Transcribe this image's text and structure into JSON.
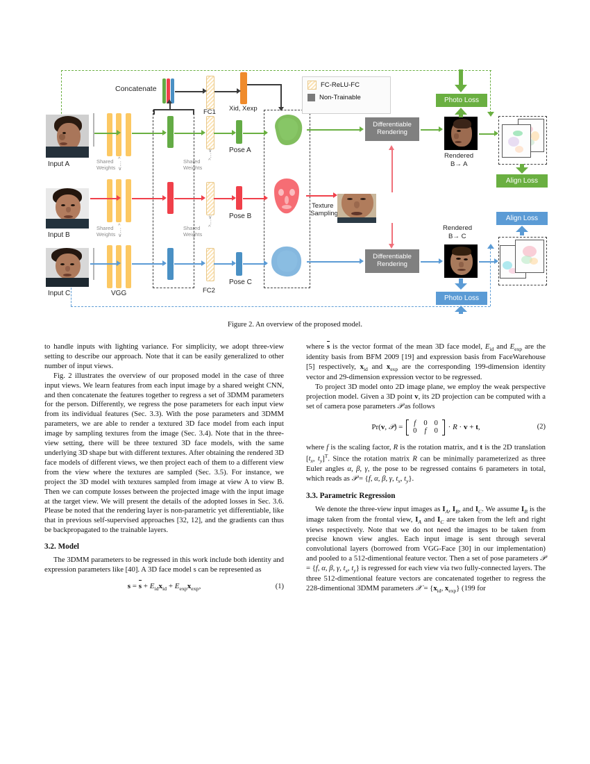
{
  "figure": {
    "caption": "Figure 2. An overview of the proposed model.",
    "legend": [
      {
        "label": "FC-ReLU-FC",
        "swatch": "hatch-yellow"
      },
      {
        "label": "Non-Trainable",
        "swatch": "grey"
      }
    ],
    "labels": {
      "concatenate": "Concatenate",
      "fc1": "FC1",
      "fc2": "FC2",
      "xid_xexp": "Xid, Xexp",
      "input_a": "Input A",
      "input_b": "Input B",
      "input_c": "Input C",
      "vgg": "VGG",
      "shared_weights": "Shared\nWeights",
      "shared_weights_1": "Shared",
      "shared_weights_2": "Weights",
      "pose_a": "Pose A",
      "pose_b": "Pose B",
      "pose_c": "Pose C",
      "texture_sampling_1": "Texture",
      "texture_sampling_2": "Sampling",
      "diff_render_1": "Differentiable",
      "diff_render_2": "Rendering",
      "rendered_ba_1": "Rendered",
      "rendered_ba_2": "B→ A",
      "rendered_bc_1": "Rendered",
      "rendered_bc_2": "B→ C",
      "photo_loss": "Photo Loss",
      "align_loss": "Align Loss"
    },
    "colors": {
      "green": "#6aaf41",
      "blue": "#5b9bd5",
      "red": "#f0404a",
      "orange": "#ef8b2c",
      "yellow": "#fcc863",
      "grey": "#808080"
    }
  },
  "left_column": {
    "p1": "to handle inputs with lighting variance. For simplicity, we adopt three-view setting to describe our approach. Note that it can be easily generalized to other number of input views.",
    "p2": "Fig. 2 illustrates the overview of our proposed model in the case of three input views. We learn features from each input image by a shared weight CNN, and then concatenate the features together to regress a set of 3DMM parameters for the person. Differently, we regress the pose parameters for each input view from its individual features (Sec. 3.3). With the pose parameters and 3DMM parameters, we are able to render a textured 3D face model from each input image by sampling textures from the image (Sec. 3.4). Note that in the three-view setting, there will be three textured 3D face models, with the same underlying 3D shape but with different textures. After obtaining the rendered 3D face models of different views, we then project each of them to a different view from the view where the textures are sampled (Sec. 3.5). For instance, we project the 3D model with textures sampled from image at view A to view B. Then we can compute losses between the projected image with the input image at the target view. We will present the details of the adopted losses in Sec. 3.6. Please be noted that the rendering layer is non-parametric yet differentiable, like that in previous self-supervised approaches [32, 12], and the gradients can thus be backpropagated to the trainable layers.",
    "h_model": "3.2. Model",
    "p3": "The 3DMM parameters to be regressed in this work include both identity and expression parameters like [40]. A 3D face model s can be represented as",
    "eq1_number": "(1)"
  },
  "right_column": {
    "p1": "where s̄ is the vector format of the mean 3D face model, Eid and Eexp are the identity basis from BFM 2009 [19] and expression basis from FaceWarehouse [5] respectively, xid and xexp are the corresponding 199-dimension identity vector and 29-dimension expression vector to be regressed.",
    "p2": "To project 3D model onto 2D image plane, we employ the weak perspective projection model. Given a 3D point v, its 2D projection can be computed with a set of camera pose parameters 𝒫 as follows",
    "eq2_number": "(2)",
    "eq2_matrix": [
      [
        "f",
        "0",
        "0"
      ],
      [
        "0",
        "f",
        "0"
      ]
    ],
    "p3": "where f is the scaling factor, R is the rotation matrix, and t is the 2D translation [tx, ty]T. Since the rotation matrix R can be minimally parameterized as three Euler angles α, β, γ, the pose to be regressed contains 6 parameters in total, which reads as 𝒫 = {f, α, β, γ, tx, ty}.",
    "h_param": "3.3. Parametric Regression",
    "p4": "We denote the three-view input images as IA, IB, and IC. We assume IB is the image taken from the frontal view, IA and IC are taken from the left and right views respectively. Note that we do not need the images to be taken from precise known view angles. Each input image is sent through several convolutional layers (borrowed from VGG-Face [30] in our implementation) and pooled to a 512-dimentional feature vector. Then a set of pose parameters 𝒫 = {f, α, β, γ, tx, ty} is regressed for each view via two fully-connected layers. The three 512-dimentional feature vectors are concatenated together to regress the 228-dimentional 3DMM parameters 𝒳 = {xid, xexp} (199 for"
  }
}
